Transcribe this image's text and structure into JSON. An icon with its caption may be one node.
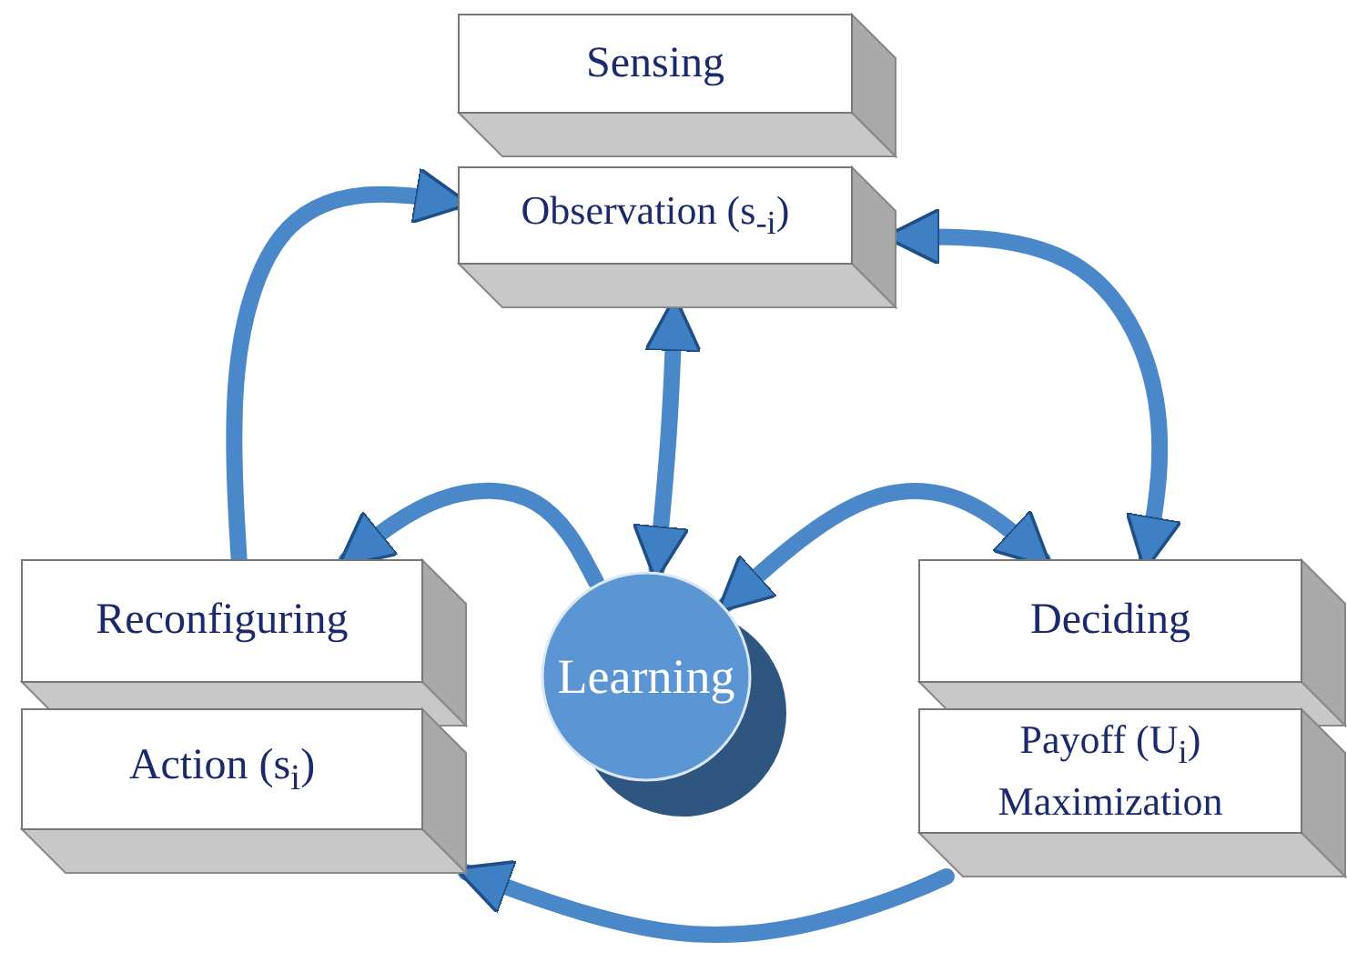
{
  "diagram": {
    "nodes": [
      {
        "text": [
          "Sensing"
        ]
      },
      {
        "text": [
          "Observation (s$_{-i}$)"
        ]
      },
      {
        "text": [
          "Reconfiguring"
        ]
      },
      {
        "text": [
          "Action (s$_{i}$)"
        ]
      },
      {
        "text": [
          "Learning"
        ]
      },
      {
        "text": [
          "Deciding"
        ]
      },
      {
        "text": [
          "Payoff (U$_{i}$) Maximization"
        ]
      }
    ],
    "edges": [
      {
        "from": 2,
        "to": 1,
        "arrow": "to"
      },
      {
        "from": 1,
        "to": 5,
        "arrow": "both"
      },
      {
        "from": 1,
        "to": 4,
        "arrow": "both"
      },
      {
        "from": 4,
        "to": 5,
        "arrow": "both"
      },
      {
        "from": 4,
        "to": 2,
        "arrow": "to"
      },
      {
        "from": 6,
        "to": 3,
        "arrow": "to"
      }
    ]
  }
}
